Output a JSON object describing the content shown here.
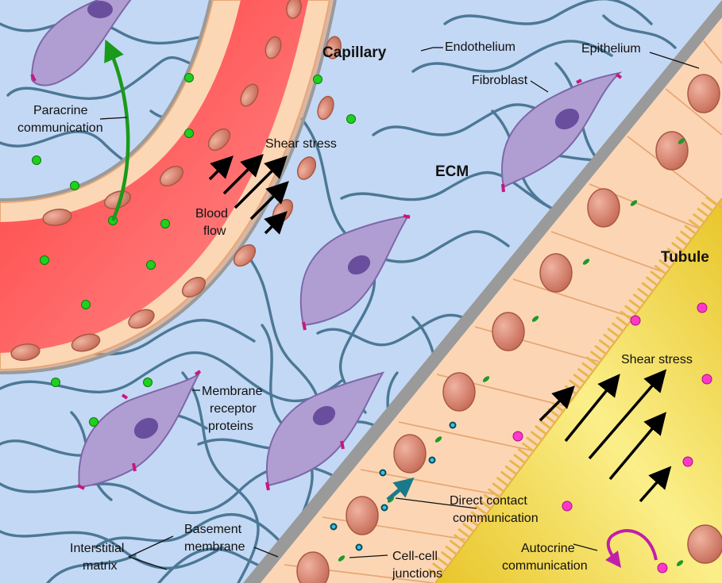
{
  "labels": {
    "capillary": "Capillary",
    "endothelium": "Endothelium",
    "epithelium": "Epithelium",
    "fibroblast": "Fibroblast",
    "paracrine_1": "Paracrine",
    "paracrine_2": "communication",
    "shear_stress_capillary": "Shear stress",
    "ecm": "ECM",
    "blood_flow_1": "Blood",
    "blood_flow_2": "flow",
    "tubule": "Tubule",
    "membrane_1": "Membrane",
    "membrane_2": "receptor",
    "membrane_3": "proteins",
    "shear_stress_tubule": "Shear stress",
    "direct_contact_1": "Direct contact",
    "direct_contact_2": "communication",
    "basement_1": "Basement",
    "basement_2": "membrane",
    "interstitial_1": "Interstitial",
    "interstitial_2": "matrix",
    "junctions_1": "Cell-cell",
    "junctions_2": "junctions",
    "autocrine_1": "Autocrine",
    "autocrine_2": "communication"
  },
  "colors": {
    "background": "#c3d8f4",
    "fiber": "#4b7896",
    "blood": "#ff6a6a",
    "endothelial_cell": "#fde2c8",
    "cell_nucleus": "#cf7a6a",
    "fibroblast": "#b09ed2",
    "fibroblast_nucleus": "#6a4e9e",
    "receptor": "#c8187e",
    "paracrine_signal": "#1fd01f",
    "paracrine_arrow": "#1a9a1a",
    "lumen": "#f8e36a",
    "autocrine_signal": "#ff38c8",
    "autocrine_arrow": "#c020a8",
    "direct_signal": "#30c8e8",
    "direct_arrow": "#1a7a8a",
    "junction": "#1a9a2a",
    "basement": "#9a9a9a"
  },
  "icons": [
    "fibroblast-cell-icon",
    "endothelial-cell-icon",
    "epithelial-cell-icon",
    "signal-molecule-icon",
    "flow-arrow-icon"
  ]
}
